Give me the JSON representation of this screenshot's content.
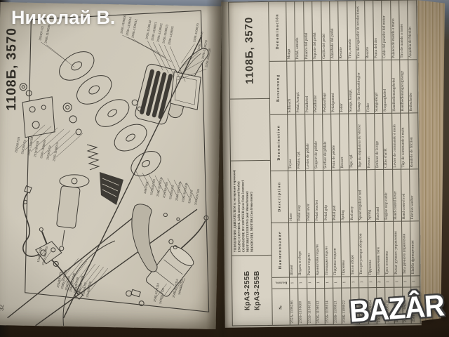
{
  "watermarks": {
    "photographer": "Николай В.",
    "site_logo": "BAZÂR"
  },
  "left_page": {
    "figure_number": "1108Б, 3570",
    "page_number": "32",
    "part_labels": [
      "350407-П2",
      "250Б-1108286",
      "250Б-1108600",
      "255Б-1108010",
      "250Б-1108012",
      "255Б-1108014",
      "250Б-1108021",
      "250Б-1108022",
      "255Б-1108023",
      "250Б-1108025",
      "250Б-1108070",
      "250Б-1108078",
      "250Б-1108278",
      "255Б-1108138",
      "250509-П29",
      "252004-П2",
      "250Б-1108058",
      "201418-П29",
      "250Б-1108060",
      "252005-П2",
      "250Б-1108013",
      "348-У901",
      "252009-П29",
      "250Б-3570010",
      "201418-П29",
      "252004-П2",
      "250А-3510240",
      "250Б-3570208",
      "150-34-П2",
      "201420-П29",
      "201418-П29",
      "250Б-3570058",
      "252004-П2",
      "250А-3510240",
      "313448-П29",
      "250Б-3570208",
      "150-34-П2",
      "201420-П29",
      "1564Е-П29",
      "250Б-3867010",
      "250Б-3570110",
      "347551-П29",
      "250Б-3570116",
      "345133-П29"
    ]
  },
  "right_page": {
    "figure_number": "1108Б, 3570",
    "models": [
      "КрАЗ-255Б",
      "КрАЗ-255В"
    ],
    "section_titles": [
      "УПРАВЛЕНИЕ ДВИГАТЕЛЕМ (с моторным тормозом)",
      "ENGINE CONTROL (with motor-powered brake)",
      "COMMANDE DU MOTEUR (avec frein à moteur)",
      "MOTORSTEUERUNG (mit Motorbremse)",
      "MANDO DEL MOTOR (Con freno motor)"
    ],
    "table": {
      "columns": [
        "№",
        "Колич.",
        "Наименование",
        "Description",
        "Denomination",
        "Benennung",
        "Denominación"
      ],
      "rows": [
        [
          "255А-1108286",
          "1",
          "Шланг",
          "Hose",
          "Tuyau",
          "Schlauch",
          "Manga"
        ],
        [
          "250Б-1108600",
          "1",
          "Педаль в сборе",
          "Pedal assy",
          "Pédale, cpl.",
          "Pedal, kompl.",
          "Pedal, armado"
        ],
        [
          "255Б-1108010",
          "1",
          "Рычаг педали",
          "Pedal lever",
          "Levier de pédale",
          "Pedalhebel",
          "Palanca del pedal"
        ],
        [
          "250Б-1108012",
          "1",
          "Кронштейн педали",
          "Pedal bracket",
          "Support de pédale",
          "Pedalhalter",
          "Soporte del pedal"
        ],
        [
          "255Б-1108014",
          "1",
          "Площадка педали",
          "Pedal grip",
          "Surface de pédale",
          "Pedalauflage",
          "Gatillo del pedal"
        ],
        [
          "250Б-1108021",
          "1",
          "Подушка педали",
          "Pedal pad",
          "Patin de pédale",
          "Pedalgummi",
          "Almohada del pedal"
        ],
        [
          "250Б-1108022",
          "1",
          "Пружина",
          "Spring",
          "Ressort",
          "Feder",
          "Resorte"
        ],
        [
          "250Б-1108058",
          "1",
          "Тяга в сборе",
          "Rod assy",
          "Tige, cpl.",
          "Stange, kompl.",
          "Tiro, armado"
        ],
        [
          "250Б-1108060",
          "1",
          "Тяга регулятора оборотов",
          "Speed regulator rod",
          "Tige du régulateur de vitesse",
          "Stange für Drehzahlregler",
          "Tiro del regulador de revoluciones"
        ],
        [
          "255Б-1108094",
          "1",
          "Пружина",
          "Spring",
          "Ressort",
          "Feder",
          "Resorte"
        ],
        [
          "250Б-1108013",
          "2",
          "Наконечник тяги",
          "Rod end",
          "Embout de la tige",
          "Stangenkopf",
          "Punta del tiro"
        ],
        [
          "255Б-1108138",
          "1",
          "Трос останова",
          "Engine stop cable",
          "Câble d'arrêt",
          "Stoppzugkabel",
          "Cable del parador del motor"
        ],
        [
          "250Б-1108070",
          "1",
          "Рычаг ручного управления",
          "Hand control lever",
          "Levier de commande à main",
          "Handbedienungshebel",
          "Palanca de mando a mano"
        ],
        [
          "250Б-1108078",
          "1",
          "Тяга ручного управления",
          "Hand control rod",
          "Tige de commande à main",
          "Handbedienungszugstange",
          "Tiro de mando a mano"
        ],
        [
          "250Б-1108278",
          "1",
          "Шайба фрикционная",
          "Friction washer",
          "Rondelle de friction",
          "Reibscheibe",
          "Arandela de fricción"
        ]
      ]
    }
  }
}
